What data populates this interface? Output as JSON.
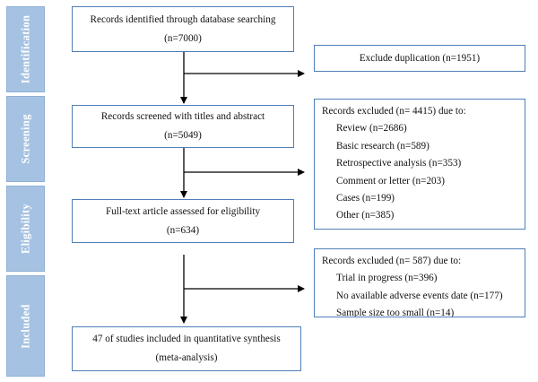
{
  "phases": {
    "identification": "Identification",
    "screening": "Screening",
    "eligibility": "Eligibility",
    "included": "Included"
  },
  "boxes": {
    "identified": {
      "line1": "Records identified through database searching",
      "line2": "(n=7000)"
    },
    "duplication": {
      "text": "Exclude duplication (n=1951)"
    },
    "screened": {
      "line1": "Records screened with titles and abstract",
      "line2": "(n=5049)"
    },
    "excluded_screening": {
      "heading": "Records excluded (n= 4415) due to:",
      "items": [
        "Review (n=2686)",
        "Basic research (n=589)",
        "Retrospective analysis (n=353)",
        "Comment or letter (n=203)",
        "Cases (n=199)",
        "Other (n=385)"
      ]
    },
    "fulltext": {
      "line1": "Full-text article assessed for eligibility",
      "line2": "(n=634)"
    },
    "excluded_eligibility": {
      "heading": "Records excluded (n= 587) due to:",
      "items": [
        "Trial in progress (n=396)",
        "No available adverse events date (n=177)",
        "Sample size too small (n=14)"
      ]
    },
    "included": {
      "line1": "47 of studies included in quantitative synthesis",
      "line2": "(meta-analysis)"
    }
  }
}
